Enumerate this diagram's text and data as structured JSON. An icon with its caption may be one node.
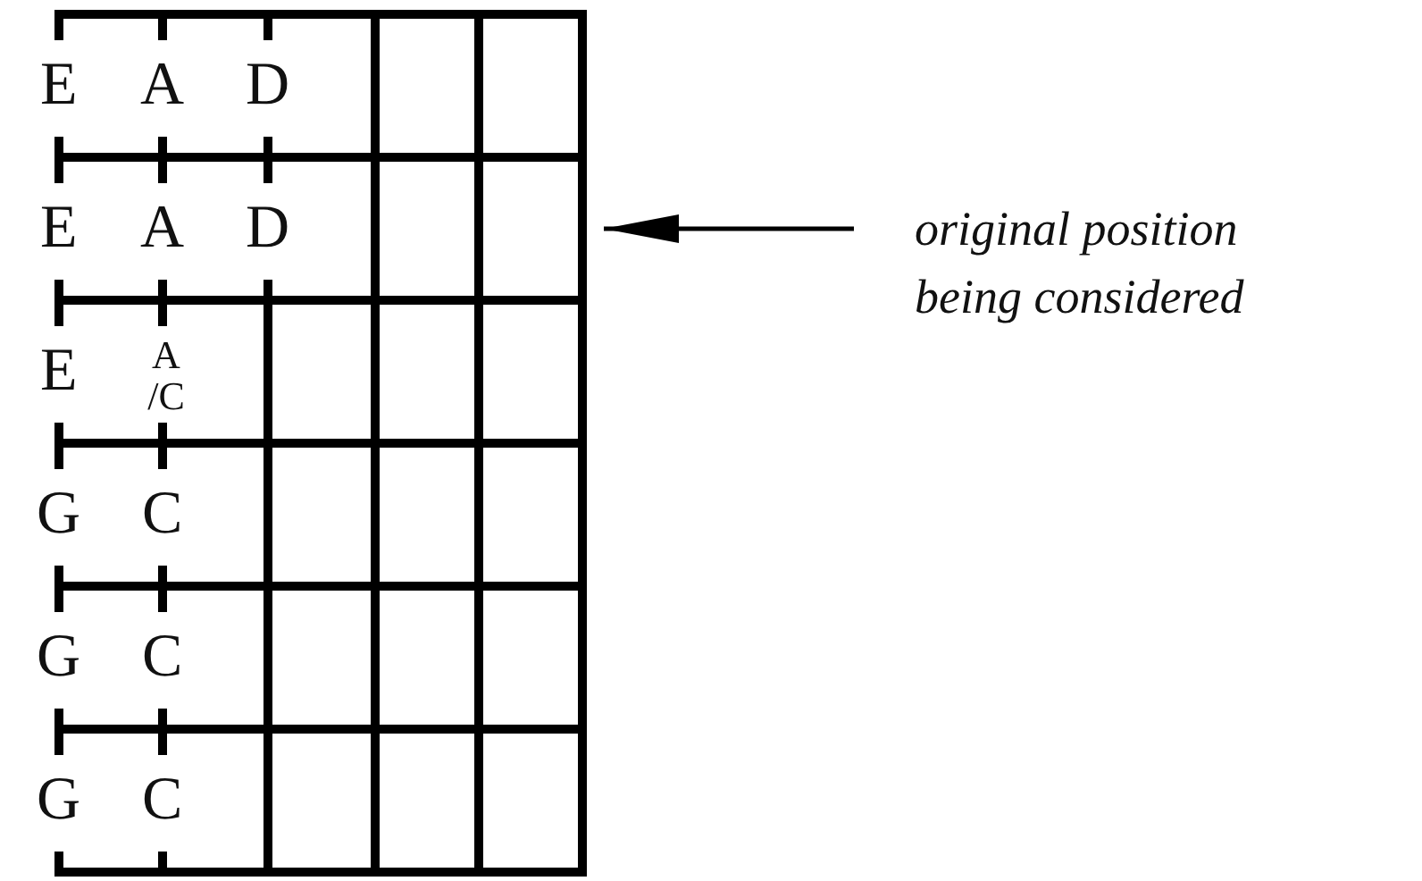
{
  "diagram": {
    "nodes": [
      {
        "text": [
          "original position being considered"
        ]
      },
      {
        "text": [],
        "shape": "picture"
      }
    ],
    "edges": [
      {
        "from": 0,
        "to": 1,
        "arrow": "to"
      }
    ],
    "labels": [
      "E",
      "A",
      "D",
      "E",
      "A",
      "D",
      "E",
      "A /C",
      "G",
      "C",
      "G",
      "C",
      "G",
      "C"
    ]
  }
}
